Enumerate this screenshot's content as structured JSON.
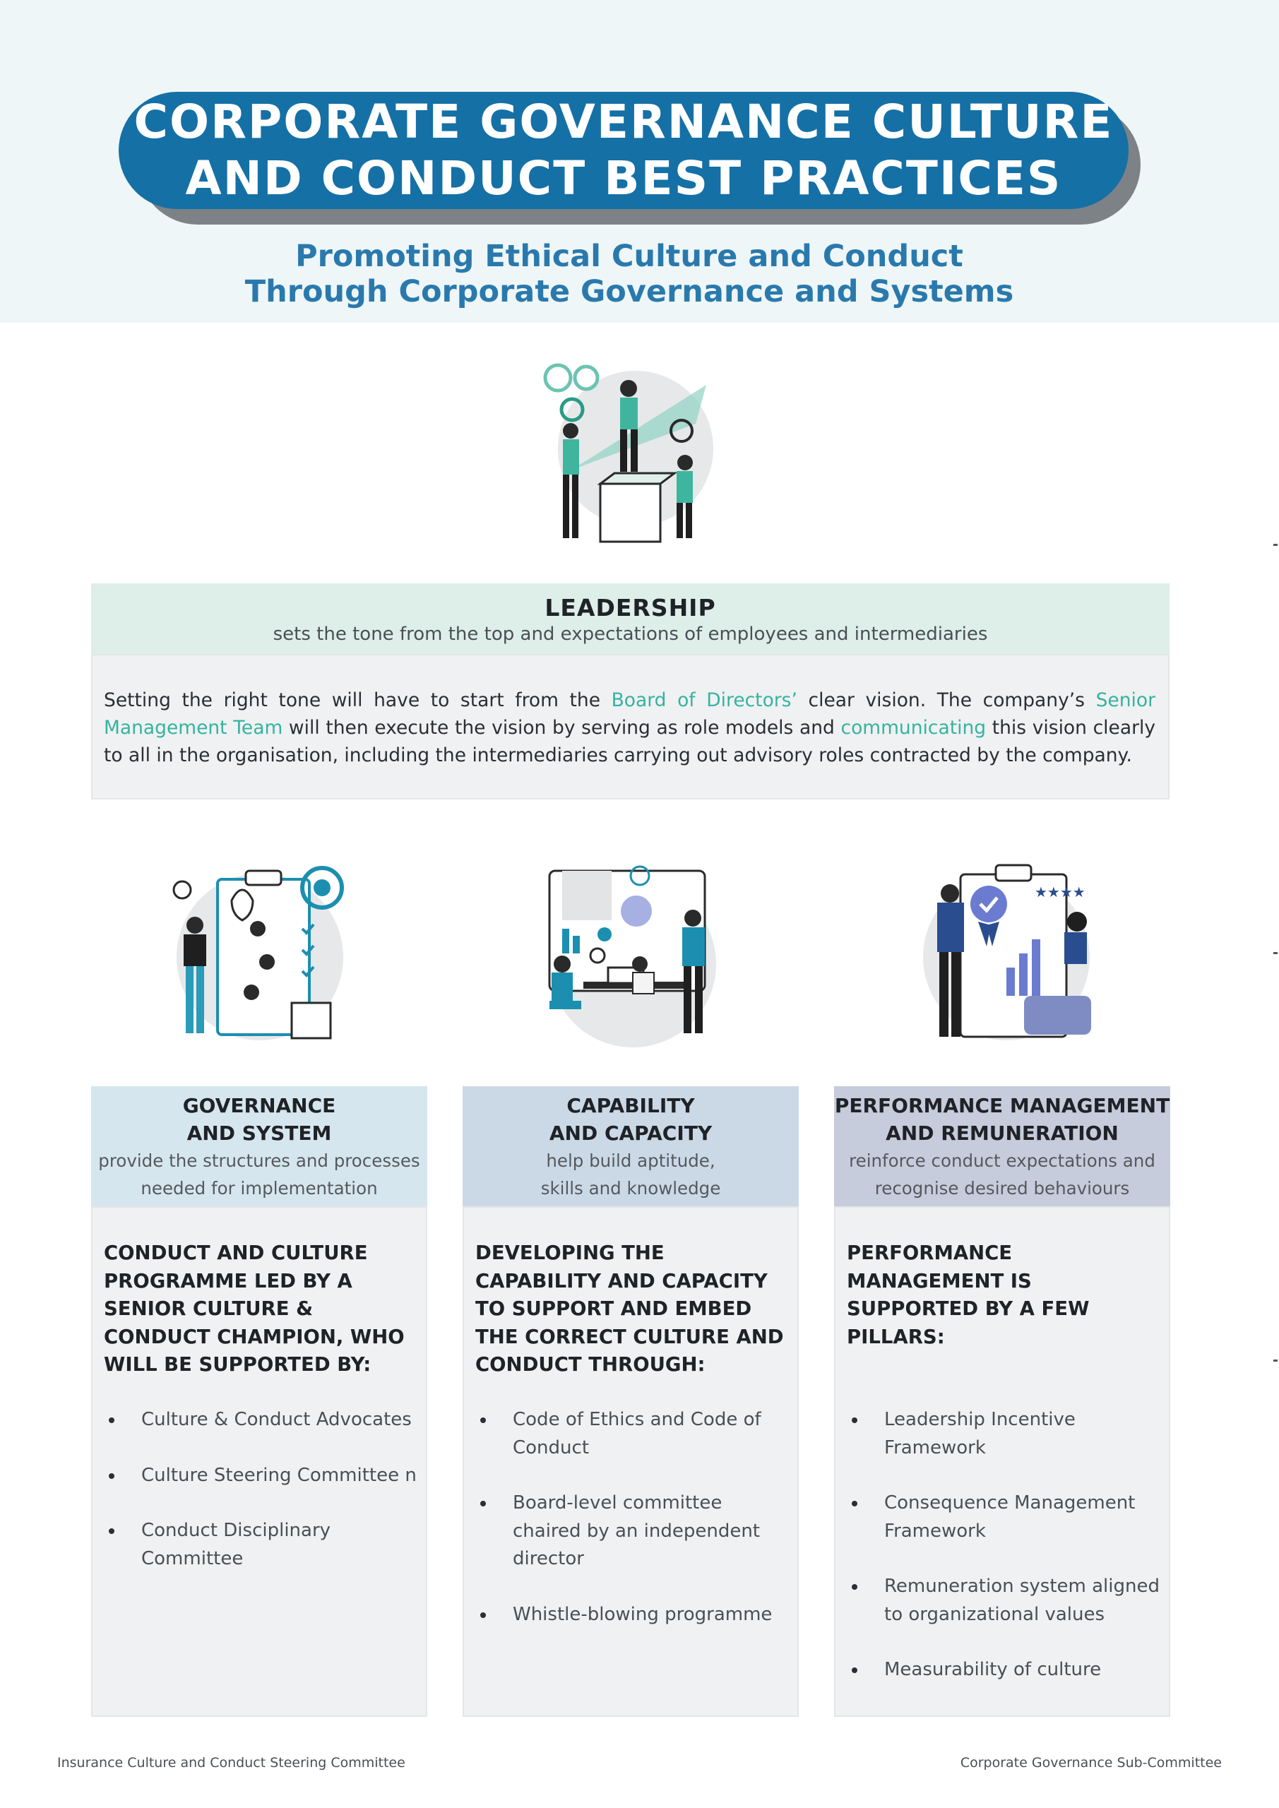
{
  "header": {
    "title_line1": "CORPORATE GOVERNANCE CULTURE",
    "title_line2": "AND CONDUCT BEST PRACTICES",
    "subtitle_line1": "Promoting Ethical Culture and Conduct",
    "subtitle_line2": "Through Corporate Governance and Systems"
  },
  "leadership": {
    "title": "LEADERSHIP",
    "tagline": "sets the tone from the top and expectations of employees and intermediaries",
    "text_1": "Setting the right tone will have to start from the ",
    "highlight_1": "Board of Directors’",
    "text_2": " clear vision. The company’s ",
    "highlight_2": "Senior Management Team",
    "text_3": " will then execute the vision by serving as role models and ",
    "highlight_3": "communicating",
    "text_4": " this vision clearly to all in the organisation, including the intermediaries carrying out advisory roles contracted by the company."
  },
  "columns": [
    {
      "title_line1": "GOVERNANCE",
      "title_line2": "AND SYSTEM",
      "sub_line1": "provide the structures and processes",
      "sub_line2": "needed for implementation",
      "lead": "CONDUCT AND CULTURE PROGRAMME LED BY A SENIOR CULTURE & CONDUCT CHAMPION, WHO WILL BE SUPPORTED BY:",
      "bullets": [
        "Culture & Conduct Advocates",
        "Culture Steering Committee n",
        "Conduct Disciplinary Committee"
      ]
    },
    {
      "title_line1": "CAPABILITY",
      "title_line2": "AND CAPACITY",
      "sub_line1": "help build aptitude,",
      "sub_line2": "skills and knowledge",
      "lead": "DEVELOPING THE CAPABILITY AND CAPACITY TO SUPPORT AND EMBED THE CORRECT CULTURE AND CONDUCT THROUGH:",
      "bullets": [
        "Code of Ethics and Code of Conduct",
        "Board-level committee chaired by an independent director",
        "Whistle-blowing programme"
      ]
    },
    {
      "title_line1": "PERFORMANCE MANAGEMENT",
      "title_line2": "AND REMUNERATION",
      "sub_line1": "reinforce conduct expectations and",
      "sub_line2": "recognise desired behaviours",
      "lead": "PERFORMANCE MANAGEMENT IS SUPPORTED BY A FEW PILLARS:",
      "bullets": [
        "Leadership Incentive Framework",
        "Consequence Management Framework",
        "Remuneration system aligned to organizational values",
        "Measurability of culture"
      ]
    }
  ],
  "footer": {
    "left": "Insurance Culture and Conduct Steering Committee",
    "right": "Corporate Governance Sub-Committee"
  },
  "colors": {
    "title_pill": "#1570a6",
    "subtitle": "#2a79ad",
    "highlight": "#35b3a1",
    "leadership_head": "#deeee9",
    "col1_head": "#d6e6ee",
    "col2_head": "#cbd9e7",
    "col3_head": "#c7ccdc",
    "panel": "#f0f1f2"
  },
  "icons": [
    "team-leadership-illustration",
    "governance-checklist-illustration",
    "capability-training-illustration",
    "performance-award-illustration"
  ]
}
